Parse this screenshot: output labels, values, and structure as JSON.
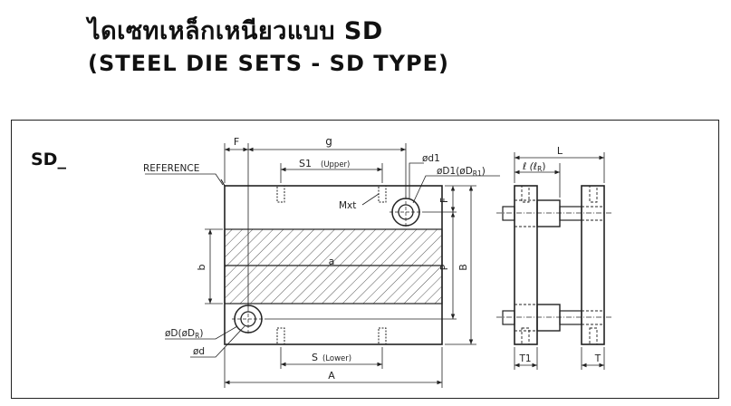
{
  "header": {
    "title_thai": "ไดเซทเหล็กเหนียวแบบ SD",
    "title_english": "(STEEL DIE SETS - SD TYPE)"
  },
  "diagram": {
    "model_label": "SD_",
    "labels": {
      "F_top": "F",
      "g": "g",
      "reference": "REFERENCE",
      "s1_main": "S1",
      "s1_upper": "(Upper)",
      "mxt": "Mxt",
      "od1": "ød1",
      "oD1_main": "øD1(øD",
      "oD1_sub": "R1",
      "oD1_close": ")",
      "F_side": "F",
      "P": "P",
      "B": "B",
      "b": "b",
      "a": "a",
      "oD_main": "øD(øD",
      "oD_sub": "R",
      "oD_close": ")",
      "od": "ød",
      "S_main": "S",
      "S_lower": "(Lower)",
      "A": "A",
      "L": "L",
      "l_main": "ℓ (ℓ",
      "l_sub": "R",
      "l_close": ")",
      "T1": "T1",
      "T": "T"
    }
  }
}
